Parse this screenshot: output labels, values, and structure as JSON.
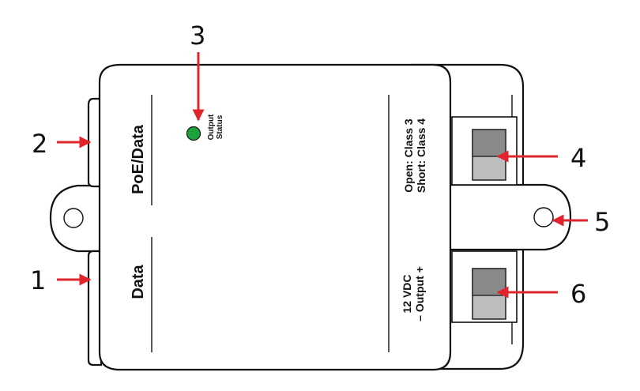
{
  "colors": {
    "arrow": "#e0242b",
    "led": "#1aa33a",
    "outline": "#111111",
    "terminal_dark": "#8a8a8a",
    "terminal_light": "#bdbdbd"
  },
  "callouts": [
    "1",
    "2",
    "3",
    "4",
    "5",
    "6"
  ],
  "ports": {
    "top": "PoE/Data",
    "bottom": "Data"
  },
  "led": {
    "line1": "Output",
    "line2": "Status"
  },
  "class_label": {
    "line1": "Open: Class 3",
    "line2": "Short: Class 4"
  },
  "output_label": {
    "line1": "12 VDC",
    "line2": "– Output +"
  },
  "icons": [
    "mounting-hole-icon",
    "status-led-icon",
    "terminal-block-icon",
    "callout-arrow-icon"
  ]
}
